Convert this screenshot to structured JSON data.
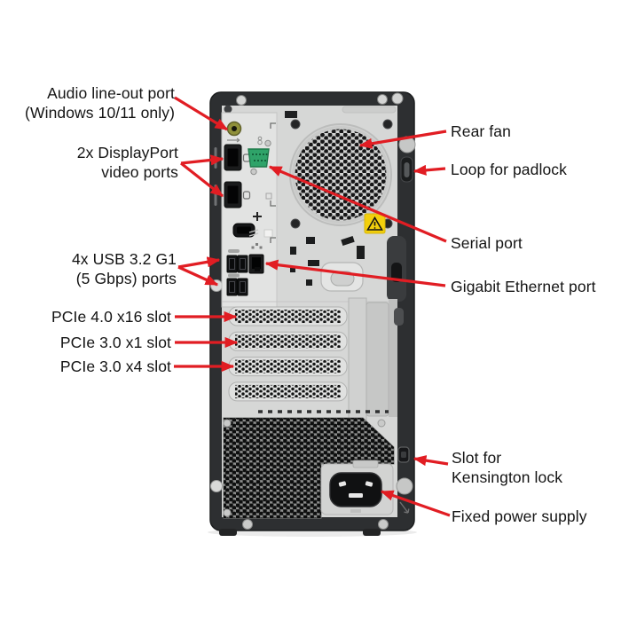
{
  "colors": {
    "bg": "#ffffff",
    "text": "#141414",
    "arrow": "#e11d23",
    "case": "#2d2f31",
    "panel": "#d6d7d6",
    "shield": "#e2e3e2",
    "green": "#2fa369",
    "olive": "#8f9039",
    "yellow": "#f2cf0c"
  },
  "icons": {
    "warning": "warning-triangle-icon",
    "unlock_arrow": "engraved-arrow-icon",
    "network": "ethernet-network-icon",
    "usb_ss": "usb-superspeed-icon",
    "audio_out": "audio-line-out-icon"
  },
  "annotations": {
    "left": [
      {
        "id": "audio-line-out",
        "lines": [
          "Audio line-out port",
          "(Windows 10/11 only)"
        ]
      },
      {
        "id": "displayport",
        "lines": [
          "2x DisplayPort",
          "video ports"
        ]
      },
      {
        "id": "usb-ports",
        "lines": [
          "4x USB 3.2 G1",
          "(5 Gbps) ports"
        ]
      },
      {
        "id": "pcie-x16",
        "lines": [
          "PCIe 4.0 x16 slot"
        ]
      },
      {
        "id": "pcie-x1",
        "lines": [
          "PCIe 3.0 x1 slot"
        ]
      },
      {
        "id": "pcie-x4",
        "lines": [
          "PCIe 3.0 x4 slot"
        ]
      }
    ],
    "right": [
      {
        "id": "rear-fan",
        "lines": [
          "Rear fan"
        ]
      },
      {
        "id": "padlock-loop",
        "lines": [
          "Loop for padlock"
        ]
      },
      {
        "id": "serial-port",
        "lines": [
          "Serial port"
        ]
      },
      {
        "id": "ethernet-port",
        "lines": [
          "Gigabit Ethernet port"
        ]
      },
      {
        "id": "kensington",
        "lines": [
          "Slot for",
          "Kensington lock"
        ]
      },
      {
        "id": "power-supply",
        "lines": [
          "Fixed power supply"
        ]
      }
    ]
  }
}
